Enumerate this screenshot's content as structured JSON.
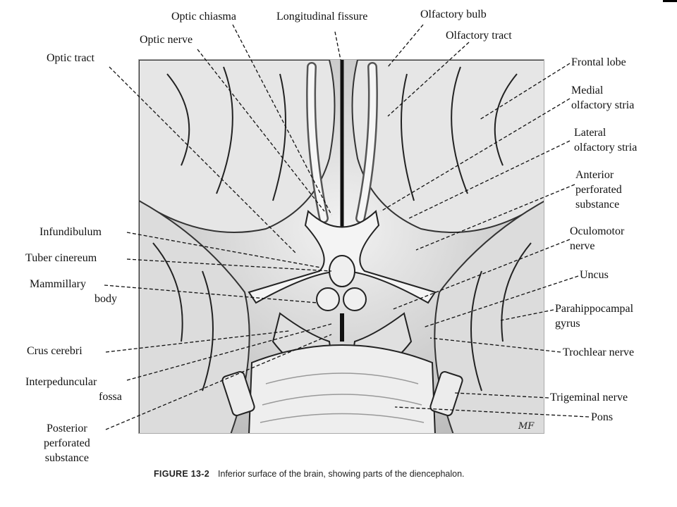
{
  "labels": {
    "optic_chiasma": "Optic chiasma",
    "longitudinal_fissure": "Longitudinal fissure",
    "olfactory_bulb": "Olfactory bulb",
    "optic_nerve": "Optic nerve",
    "olfactory_tract": "Olfactory tract",
    "optic_tract": "Optic tract",
    "frontal_lobe": "Frontal lobe",
    "medial_olfactory_stria": [
      "Medial",
      "olfactory stria"
    ],
    "lateral_olfactory_stria": [
      "Lateral",
      "olfactory stria"
    ],
    "anterior_perforated_substance": [
      "Anterior",
      "perforated",
      "substance"
    ],
    "infundibulum": "Infundibulum",
    "oculomotor_nerve": [
      "Oculomotor",
      "nerve"
    ],
    "tuber_cinereum": "Tuber cinereum",
    "uncus": "Uncus",
    "mammillary_body": [
      "Mammillary",
      "body"
    ],
    "parahippocampal_gyrus": [
      "Parahippocampal",
      "gyrus"
    ],
    "crus_cerebri": "Crus cerebri",
    "trochlear_nerve": "Trochlear nerve",
    "interpeduncular_fossa": [
      "Interpeduncular",
      "fossa"
    ],
    "trigeminal_nerve": "Trigeminal nerve",
    "pons": "Pons",
    "posterior_perforated_substance": [
      "Posterior",
      "perforated",
      "substance"
    ]
  },
  "signature": "MF",
  "caption": {
    "figure_number": "FIGURE 13-2",
    "text": "Inferior surface of the brain, showing parts of the diencephalon."
  }
}
